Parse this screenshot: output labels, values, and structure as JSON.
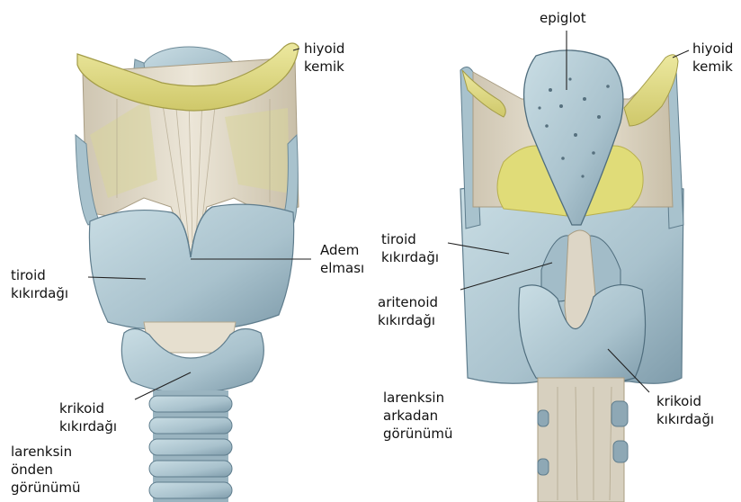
{
  "colors": {
    "cartilage": "#b9d0d8",
    "cartilage_shadow": "#7f9cab",
    "cartilage_dark": "#5f7d8d",
    "bone": "#e3df8e",
    "bone_shadow": "#bfb95a",
    "membrane": "#ddd6c6",
    "membrane_shadow": "#b7ab94",
    "leader_line": "#222222"
  },
  "front_view": {
    "hyoid": {
      "line1": "hiyoid",
      "line2": "kemik",
      "icon": "hyoid-bone"
    },
    "adam_apple": {
      "line1": "Adem",
      "line2": "elması"
    },
    "thyroid": {
      "line1": "tiroid",
      "line2": "kıkırdağı",
      "icon": "thyroid-cartilage"
    },
    "cricoid": {
      "line1": "krikoid",
      "line2": "kıkırdağı",
      "icon": "cricoid-cartilage"
    },
    "caption": {
      "line1": "larenksin",
      "line2": "önden",
      "line3": "görünümü"
    }
  },
  "back_view": {
    "epiglottis": {
      "line1": "epiglot",
      "icon": "epiglottis"
    },
    "hyoid": {
      "line1": "hiyoid",
      "line2": "kemik"
    },
    "thyroid": {
      "line1": "tiroid",
      "line2": "kıkırdağı"
    },
    "arytenoid": {
      "line1": "aritenoid",
      "line2": "kıkırdağı",
      "icon": "arytenoid-cartilage"
    },
    "cricoid": {
      "line1": "krikoid",
      "line2": "kıkırdağı"
    },
    "caption": {
      "line1": "larenksin",
      "line2": "arkadan",
      "line3": "görünümü"
    }
  }
}
